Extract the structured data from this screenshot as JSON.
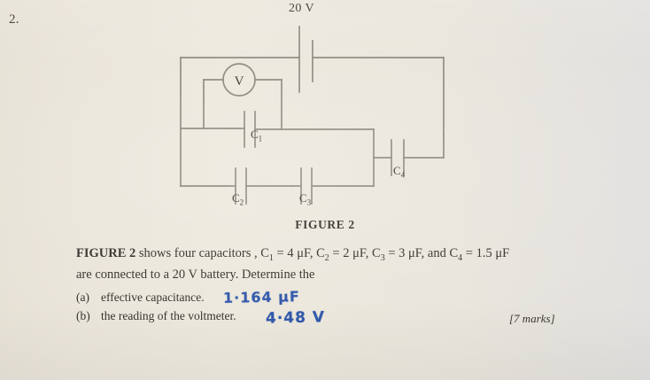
{
  "question": {
    "number": "2."
  },
  "figure": {
    "supply_label": "20 V",
    "caption": "FIGURE 2",
    "component_labels": {
      "voltmeter": "V",
      "c1": "C",
      "c1_sub": "1",
      "c2": "C",
      "c2_sub": "2",
      "c3": "C",
      "c3_sub": "3",
      "c4": "C",
      "c4_sub": "4"
    }
  },
  "problem": {
    "line1_lead": "FIGURE 2",
    "line1_rest": " shows four capacitors , C",
    "c1_sub": "1",
    "c1_val": " = 4 μF, C",
    "c2_sub": "2",
    "c2_val": " = 2 μF, C",
    "c3_sub": "3",
    "c3_val": " = 3 μF, and C",
    "c4_sub": "4",
    "c4_val": " = 1.5 μF",
    "line2": "are connected to a 20 V battery. Determine the"
  },
  "parts": [
    {
      "tag": "(a)",
      "text": "effective capacitance."
    },
    {
      "tag": "(b)",
      "text": "the reading of the voltmeter."
    }
  ],
  "answers": {
    "a": "1·164 μF",
    "b": "4·48 V"
  },
  "marks": "[7 marks]",
  "colors": {
    "paper": "#ece8dd",
    "ink_print": "#322f2a",
    "ink_hand": "#2b53a8",
    "wire": "#8b867c"
  }
}
